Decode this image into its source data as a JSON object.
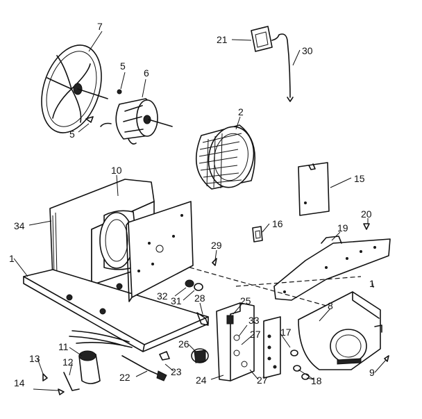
{
  "callouts": [
    {
      "id": "c7",
      "text": "7"
    },
    {
      "id": "c5a",
      "text": "5"
    },
    {
      "id": "c6",
      "text": "6"
    },
    {
      "id": "c5b",
      "text": "5"
    },
    {
      "id": "c2",
      "text": "2"
    },
    {
      "id": "c21",
      "text": "21"
    },
    {
      "id": "c30",
      "text": "30"
    },
    {
      "id": "c10",
      "text": "10"
    },
    {
      "id": "c15",
      "text": "15"
    },
    {
      "id": "c34",
      "text": "34"
    },
    {
      "id": "c16",
      "text": "16"
    },
    {
      "id": "c20",
      "text": "20"
    },
    {
      "id": "c19",
      "text": "19"
    },
    {
      "id": "c29",
      "text": "29"
    },
    {
      "id": "c1a",
      "text": "1"
    },
    {
      "id": "c1b",
      "text": "1"
    },
    {
      "id": "c32",
      "text": "32"
    },
    {
      "id": "c31",
      "text": "31"
    },
    {
      "id": "c28",
      "text": "28"
    },
    {
      "id": "c25",
      "text": "25"
    },
    {
      "id": "c8",
      "text": "8"
    },
    {
      "id": "c33",
      "text": "33"
    },
    {
      "id": "c27a",
      "text": "27"
    },
    {
      "id": "c17",
      "text": "17"
    },
    {
      "id": "c11",
      "text": "11"
    },
    {
      "id": "c26",
      "text": "26"
    },
    {
      "id": "c13",
      "text": "13"
    },
    {
      "id": "c12",
      "text": "12"
    },
    {
      "id": "c22",
      "text": "22"
    },
    {
      "id": "c23",
      "text": "23"
    },
    {
      "id": "c24",
      "text": "24"
    },
    {
      "id": "c27b",
      "text": "27"
    },
    {
      "id": "c18",
      "text": "18"
    },
    {
      "id": "c9",
      "text": "9"
    },
    {
      "id": "c14",
      "text": "14"
    }
  ]
}
